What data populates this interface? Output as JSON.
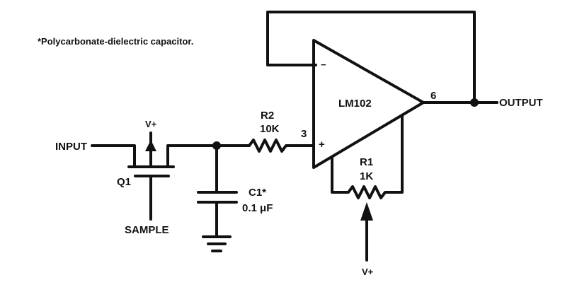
{
  "diagram": {
    "title": "Sample-and-hold circuit using LM102 voltage follower",
    "footnote": "*Polycarbonate-dielectric capacitor.",
    "labels": {
      "input": "INPUT",
      "output": "OUTPUT",
      "sample": "SAMPLE",
      "q1": "Q1",
      "vplus_q1": "V+",
      "vplus_pot": "V+",
      "opamp": "LM102",
      "pin_in_plus": "3",
      "pin_out": "6",
      "minus_sign": "−",
      "plus_sign": "+",
      "r2_name": "R2",
      "r2_value": "10K",
      "r1_name": "R1",
      "r1_value": "1K",
      "c1_name": "C1*",
      "c1_value": "0.1 μF"
    },
    "components": [
      {
        "id": "Q1",
        "type": "MOSFET switch",
        "gate": "SAMPLE",
        "body": "V+"
      },
      {
        "id": "C1",
        "type": "capacitor",
        "value": "0.1 μF",
        "note": "Polycarbonate-dielectric"
      },
      {
        "id": "R2",
        "type": "resistor",
        "value": "10K"
      },
      {
        "id": "R1",
        "type": "potentiometer",
        "value": "1K",
        "wiper": "V+"
      },
      {
        "id": "U1",
        "type": "op-amp",
        "part": "LM102",
        "pins": {
          "non_inverting": "3",
          "output": "6"
        }
      }
    ]
  }
}
